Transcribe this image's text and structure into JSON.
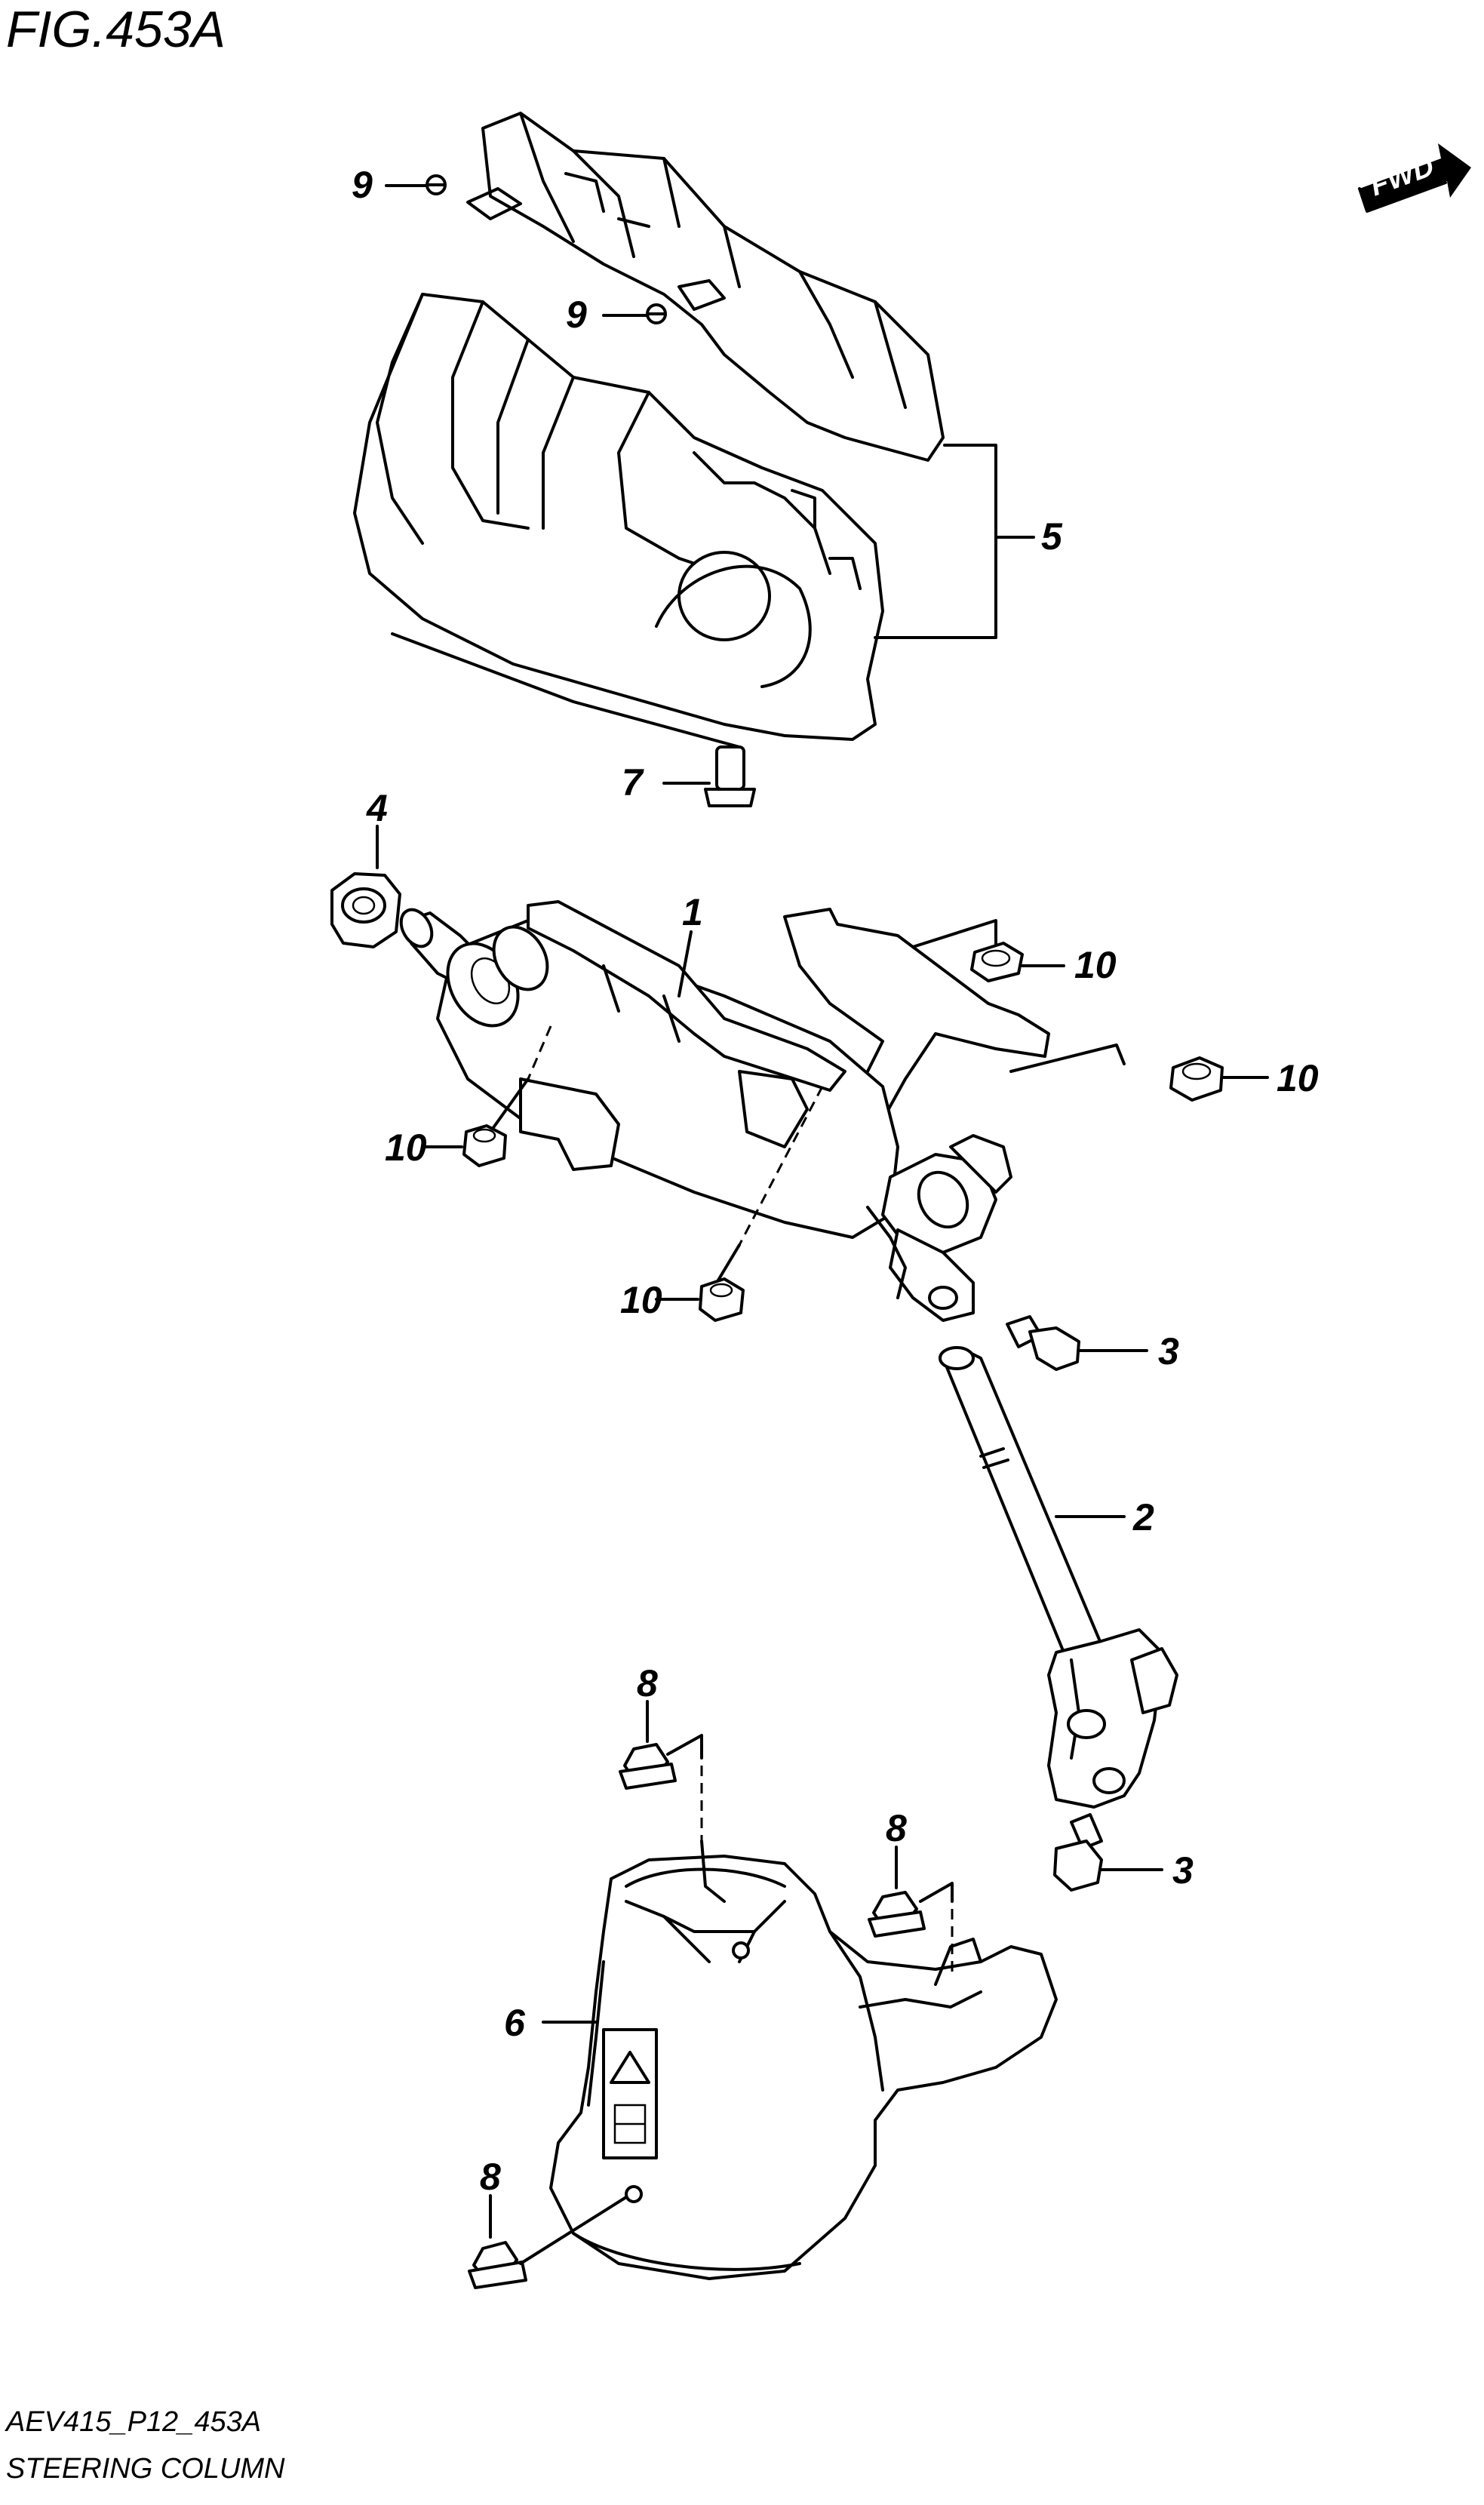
{
  "figure": {
    "title": "FIG.453A",
    "fwd_label": "FWD"
  },
  "callouts": {
    "p1": "1",
    "p2": "2",
    "p3a": "3",
    "p3b": "3",
    "p4": "4",
    "p5": "5",
    "p6": "6",
    "p7": "7",
    "p8a": "8",
    "p8b": "8",
    "p8c": "8",
    "p9a": "9",
    "p9b": "9",
    "p10a": "10",
    "p10b": "10",
    "p10c": "10",
    "p10d": "10"
  },
  "footer": {
    "code": "AEV415_P12_453A",
    "caption": "STEERING COLUMN"
  }
}
